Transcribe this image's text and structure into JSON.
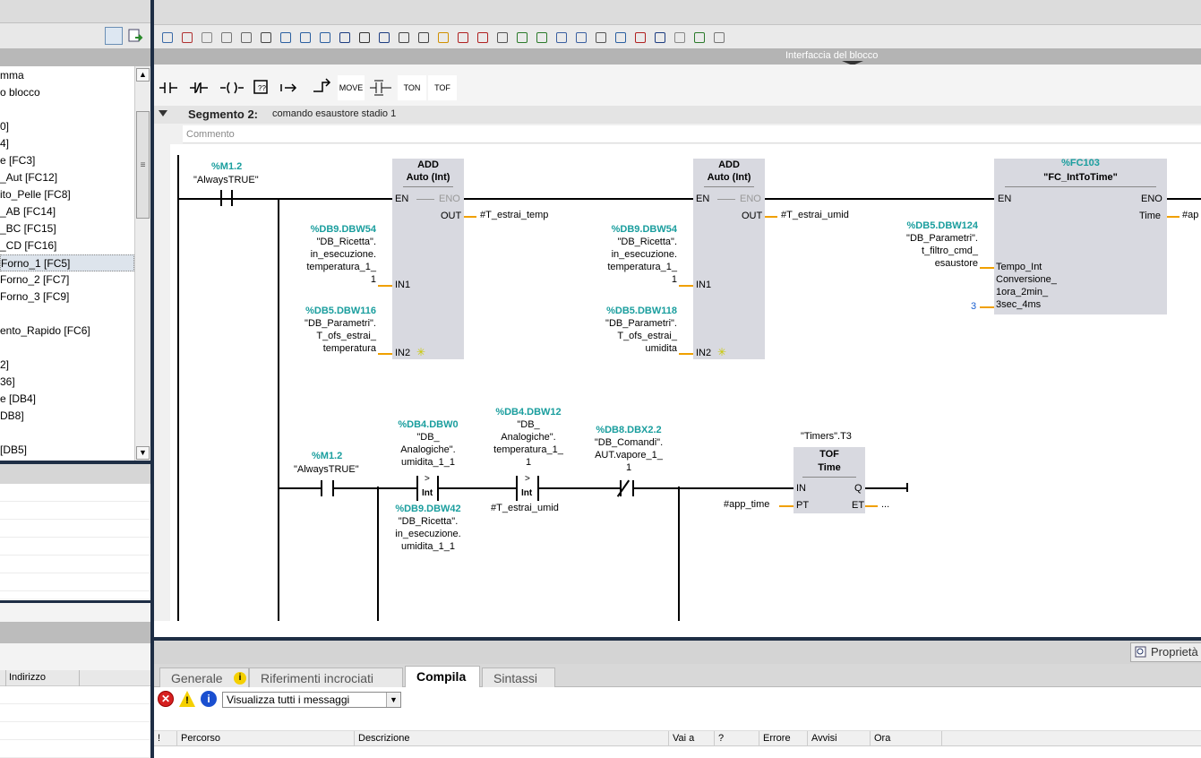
{
  "left_tree": {
    "items": [
      {
        "label": "mma"
      },
      {
        "label": "o blocco"
      },
      {
        "label": ""
      },
      {
        "label": "0]"
      },
      {
        "label": "4]"
      },
      {
        "label": "e [FC3]"
      },
      {
        "label": "_Aut [FC12]"
      },
      {
        "label": "ito_Pelle [FC8]"
      },
      {
        "label": "_AB [FC14]"
      },
      {
        "label": "_BC [FC15]"
      },
      {
        "label": "_CD [FC16]"
      },
      {
        "label": "Forno_1 [FC5]",
        "selected": true
      },
      {
        "label": "Forno_2 [FC7]"
      },
      {
        "label": "Forno_3 [FC9]"
      },
      {
        "label": ""
      },
      {
        "label": "ento_Rapido [FC6]"
      },
      {
        "label": ""
      },
      {
        "label": "2]"
      },
      {
        "label": "36]"
      },
      {
        "label": "e [DB4]"
      },
      {
        "label": "DB8]"
      },
      {
        "label": ""
      },
      {
        "label": "[DB5]"
      }
    ],
    "address_header": "Indirizzo"
  },
  "block_interface_label": "Interfaccia del blocco",
  "instructions": [
    "TON",
    "TOF",
    "MOVE"
  ],
  "segment": {
    "title": "Segmento 2:",
    "description": "comando esaustore stadio 1",
    "comment_placeholder": "Commento"
  },
  "ladder": {
    "contact1_addr": "%M1.2",
    "contact1_name": "\"AlwaysTRUE\"",
    "add1": {
      "title": "ADD",
      "type": "Auto (Int)",
      "en": "EN",
      "eno": "ENO",
      "out": "OUT",
      "in1": "IN1",
      "in2": "IN2",
      "out_var": "#T_estrai_temp",
      "in1_addr": "%DB9.DBW54",
      "in1_name1": "\"DB_Ricetta\".",
      "in1_name2": "in_esecuzione.",
      "in1_name3": "temperatura_1_",
      "in1_name4": "1",
      "in2_addr": "%DB5.DBW116",
      "in2_name1": "\"DB_Parametri\".",
      "in2_name2": "T_ofs_estrai_",
      "in2_name3": "temperatura"
    },
    "add2": {
      "title": "ADD",
      "type": "Auto (Int)",
      "en": "EN",
      "eno": "ENO",
      "out": "OUT",
      "in1": "IN1",
      "in2": "IN2",
      "out_var": "#T_estrai_umid",
      "in1_addr": "%DB9.DBW54",
      "in1_name1": "\"DB_Ricetta\".",
      "in1_name2": "in_esecuzione.",
      "in1_name3": "temperatura_1_",
      "in1_name4": "1",
      "in2_addr": "%DB5.DBW118",
      "in2_name1": "\"DB_Parametri\".",
      "in2_name2": "T_ofs_estrai_",
      "in2_name3": "umidita"
    },
    "fc": {
      "addr": "%FC103",
      "name": "\"FC_IntToTime\"",
      "en": "EN",
      "eno": "ENO",
      "time": "Time",
      "out_var": "#ap",
      "in_addr": "%DB5.DBW124",
      "in_name1": "\"DB_Parametri\".",
      "in_name2": "t_filtro_cmd_",
      "in_name3": "esaustore",
      "tempo_int": "Tempo_Int",
      "conv1": "Conversione_",
      "conv2": "1ora_2min_",
      "conv3": "3sec_4ms",
      "conv_val": "3"
    },
    "row2": {
      "contact_addr": "%M1.2",
      "contact_name": "\"AlwaysTRUE\"",
      "cmp1_addr": "%DB4.DBW0",
      "cmp1_n1": "\"DB_",
      "cmp1_n2": "Analogiche\".",
      "cmp1_n3": "umidita_1_1",
      "cmp1_op": ">",
      "cmp1_type": "Int",
      "cmp1_b_addr": "%DB9.DBW42",
      "cmp1_b_n1": "\"DB_Ricetta\".",
      "cmp1_b_n2": "in_esecuzione.",
      "cmp1_b_n3": "umidita_1_1",
      "cmp2_addr": "%DB4.DBW12",
      "cmp2_n1": "\"DB_",
      "cmp2_n2": "Analogiche\".",
      "cmp2_n3": "temperatura_1_",
      "cmp2_n4": "1",
      "cmp2_op": ">",
      "cmp2_type": "Int",
      "cmp2_b": "#T_estrai_umid",
      "nc_addr": "%DB8.DBX2.2",
      "nc_n1": "\"DB_Comandi\".",
      "nc_n2": "AUT.vapore_1_",
      "nc_n3": "1",
      "tof_inst": "\"Timers\".T3",
      "tof_title": "TOF",
      "tof_type": "Time",
      "tof_in": "IN",
      "tof_q": "Q",
      "tof_pt": "PT",
      "tof_et": "ET",
      "tof_pt_var": "#app_time",
      "tof_et_var": "..."
    }
  },
  "bottom": {
    "properties_label": "Proprietà",
    "tabs": [
      {
        "label": "Generale"
      },
      {
        "label": "Riferimenti incrociati"
      },
      {
        "label": "Compila",
        "active": true
      },
      {
        "label": "Sintassi"
      }
    ],
    "filter_value": "Visualizza tutti i messaggi",
    "columns": [
      "!",
      "Percorso",
      "Descrizione",
      "Vai a",
      "?",
      "Errore",
      "Avvisi",
      "Ora"
    ]
  }
}
